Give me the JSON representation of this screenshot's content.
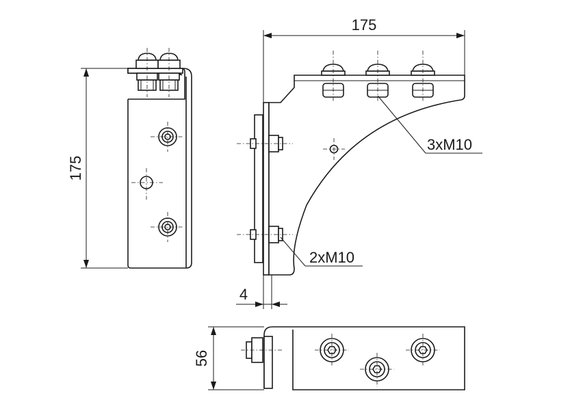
{
  "drawing": {
    "dimensions": {
      "front_height": "175",
      "side_width": "175",
      "plate_thickness": "4",
      "bottom_height": "56"
    },
    "callouts": {
      "top_bolts": "3xM10",
      "side_bolts": "2xM10"
    },
    "colors": {
      "line": "#1a1a1a",
      "background": "#ffffff"
    }
  }
}
